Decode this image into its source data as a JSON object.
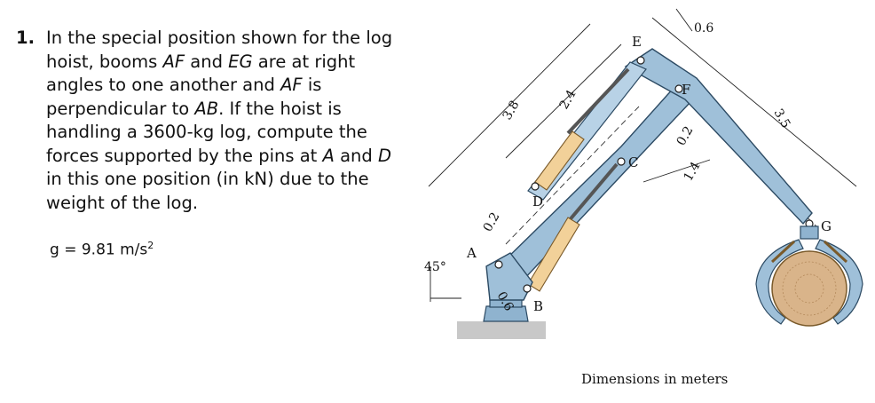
{
  "problem": {
    "number": "1.",
    "text_1": "In the special position shown for the log hoist, booms ",
    "af_1": "AF",
    "text_2": " and ",
    "eg": "EG",
    "text_3": " are at right angles to one another and ",
    "af_2": "AF",
    "text_4": " is perpendicular to ",
    "ab": "AB",
    "text_5": ". If the hoist is handling a 3600-kg log, compute the forces supported by the pins at ",
    "pin_a": "A",
    "text_6": " and ",
    "pin_d": "D",
    "text_7": " in this one position (in kN) due to the weight of the log.",
    "g_text": "g = 9.81 m/s",
    "g_exp": "2"
  },
  "figure": {
    "points": {
      "A": "A",
      "B": "B",
      "C": "C",
      "D": "D",
      "E": "E",
      "F": "F",
      "G": "G"
    },
    "dimensions": {
      "d38": "3.8",
      "d24": "2.4",
      "d02_left": "0.2",
      "d06_base": "0.6",
      "d06_top": "0.6",
      "d02_mid": "0.2",
      "d14": "1.4",
      "d35": "3.5",
      "angle": "45°"
    },
    "caption": "Dimensions in meters"
  },
  "colors": {
    "boom": "#9fc0d9",
    "boom_stroke": "#2c4a63",
    "cylinder": "#f2d199",
    "log": "#d9b48a",
    "base": "#8fb3cf",
    "ground": "#c8c8c8"
  }
}
